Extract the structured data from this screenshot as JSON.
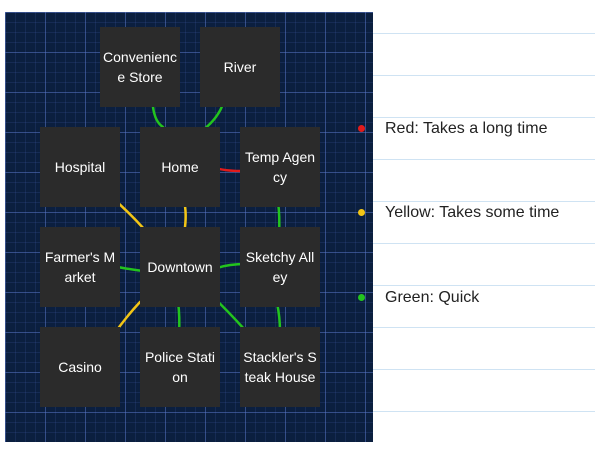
{
  "colors": {
    "red": "#e21b1b",
    "yellow": "#f2c516",
    "green": "#23c41e",
    "node": "#2b2b2b",
    "background": "#0b1f3f"
  },
  "nodes": [
    {
      "id": "convenience",
      "label": "Convenience Store"
    },
    {
      "id": "river",
      "label": "River"
    },
    {
      "id": "hospital",
      "label": "Hospital"
    },
    {
      "id": "home",
      "label": "Home"
    },
    {
      "id": "temp",
      "label": "Temp Agency"
    },
    {
      "id": "farmers",
      "label": "Farmer's Market"
    },
    {
      "id": "downtown",
      "label": "Downtown"
    },
    {
      "id": "sketchy",
      "label": "Sketchy Alley"
    },
    {
      "id": "casino",
      "label": "Casino"
    },
    {
      "id": "police",
      "label": "Police Station"
    },
    {
      "id": "stackler",
      "label": "Stackler's Steak House"
    }
  ],
  "links": [
    {
      "from": "convenience",
      "to": "home",
      "speed": "green"
    },
    {
      "from": "river",
      "to": "home",
      "speed": "green"
    },
    {
      "from": "home",
      "to": "temp",
      "speed": "red"
    },
    {
      "from": "hospital",
      "to": "downtown",
      "speed": "yellow"
    },
    {
      "from": "home",
      "to": "downtown",
      "speed": "yellow"
    },
    {
      "from": "temp",
      "to": "sketchy",
      "speed": "green"
    },
    {
      "from": "farmers",
      "to": "downtown",
      "speed": "green"
    },
    {
      "from": "downtown",
      "to": "sketchy",
      "speed": "green"
    },
    {
      "from": "downtown",
      "to": "casino",
      "speed": "yellow"
    },
    {
      "from": "downtown",
      "to": "police",
      "speed": "green"
    },
    {
      "from": "downtown",
      "to": "stackler",
      "speed": "green"
    },
    {
      "from": "sketchy",
      "to": "stackler",
      "speed": "green"
    }
  ],
  "legend": {
    "red": "Red: Takes a long time",
    "yellow": "Yellow: Takes some time",
    "green": "Green: Quick"
  }
}
